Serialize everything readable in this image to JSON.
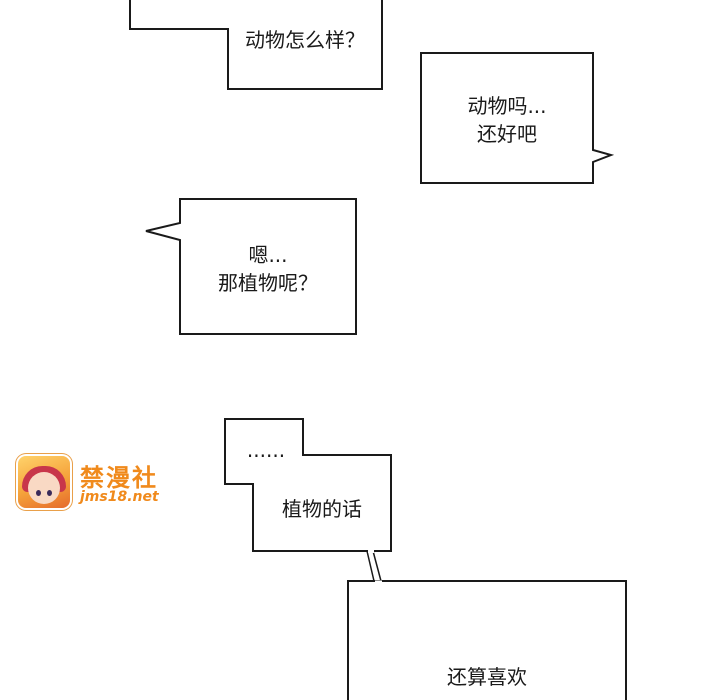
{
  "bubbles": {
    "b1": {
      "lines": [
        "动物怎么样？"
      ]
    },
    "b2": {
      "lines": [
        "动物吗...",
        "还好吧"
      ]
    },
    "b3": {
      "lines": [
        "嗯...",
        "那植物呢？"
      ]
    },
    "b4": {
      "lines": [
        "......",
        "植物的话"
      ]
    },
    "b5": {
      "lines": [
        "还算喜欢"
      ]
    }
  },
  "watermark": {
    "title": "禁漫社",
    "url": "jms18.net",
    "logo_icon": "anime-girl-logo-icon",
    "accent_color": "#f08a1c"
  }
}
